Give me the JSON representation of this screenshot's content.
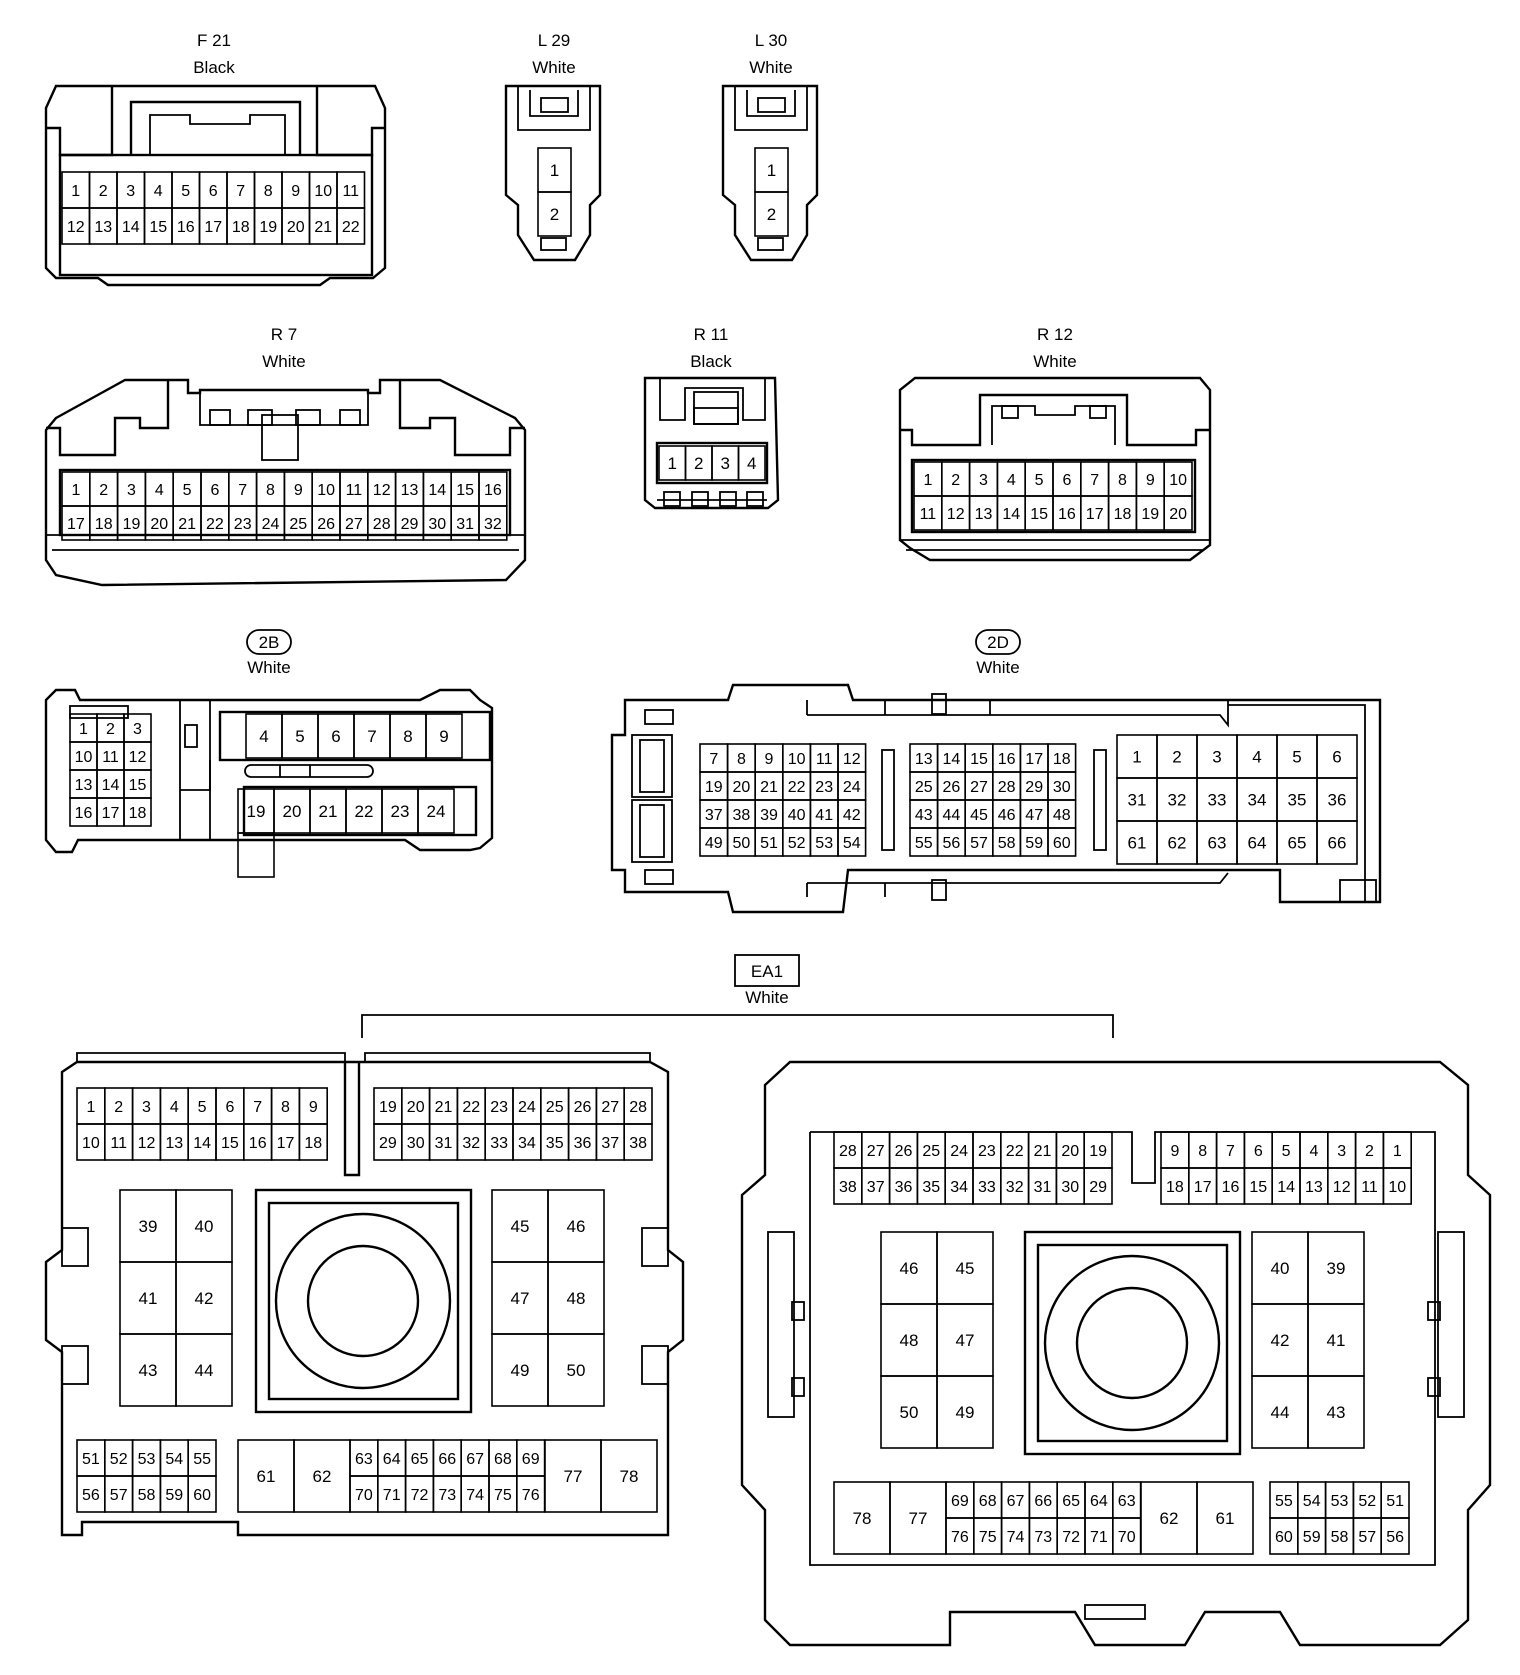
{
  "diagram": {
    "connectors": {
      "F21": {
        "name": "F 21",
        "color": "Black"
      },
      "L29": {
        "name": "L 29",
        "color": "White"
      },
      "L30": {
        "name": "L 30",
        "color": "White"
      },
      "R7": {
        "name": "R 7",
        "color": "White"
      },
      "R11": {
        "name": "R 11",
        "color": "Black"
      },
      "R12": {
        "name": "R 12",
        "color": "White"
      },
      "2B": {
        "name": "2B",
        "color": "White"
      },
      "2D": {
        "name": "2D",
        "color": "White"
      },
      "EA1": {
        "name": "EA1",
        "color": "White"
      }
    }
  }
}
